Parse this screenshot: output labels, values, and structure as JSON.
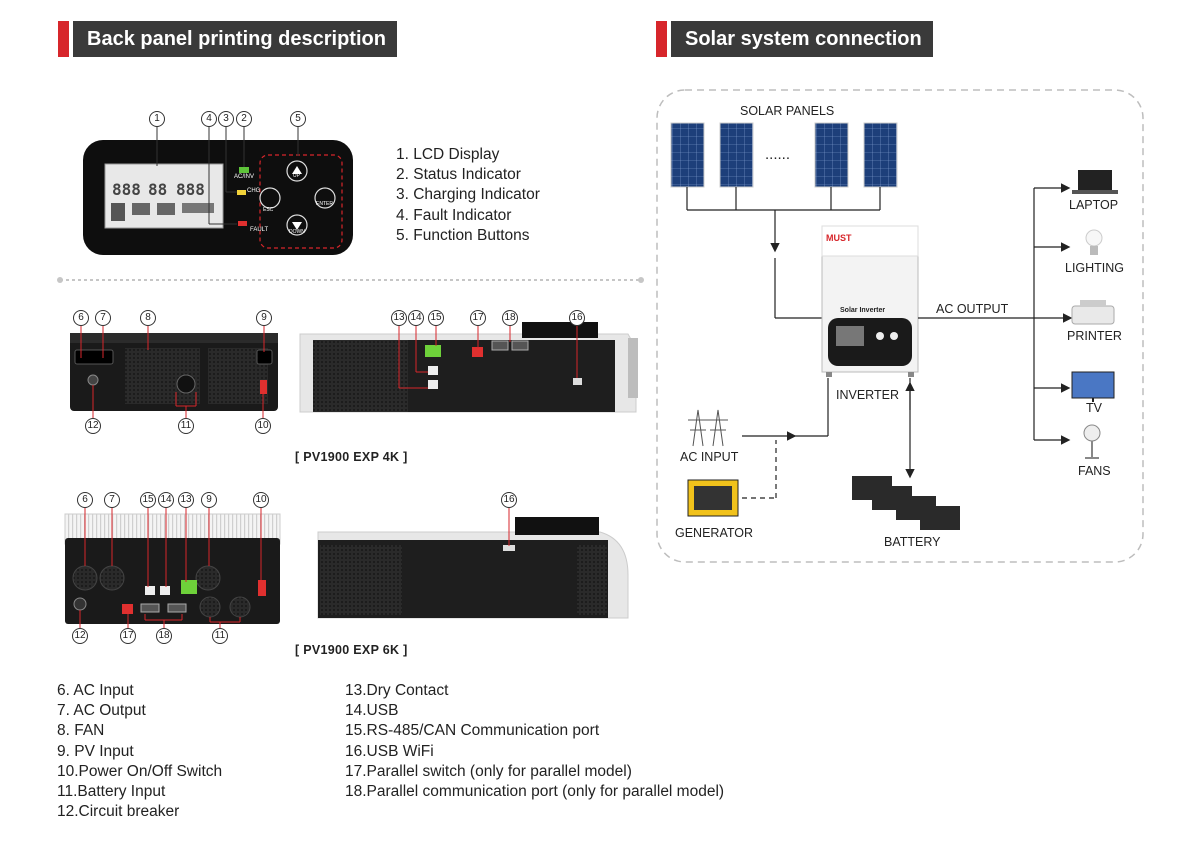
{
  "headers": {
    "back_panel": "Back panel printing description",
    "solar": "Solar system connection"
  },
  "front_panel_list": [
    "1.  LCD Display",
    "2.  Status Indicator",
    "3.  Charging Indicator",
    "4.  Fault Indicator",
    "5.  Function Buttons"
  ],
  "front_panel_labels": {
    "ac_inv": "AC/INV",
    "chg": "CHG",
    "fault": "FAULT",
    "enter": "ENTER",
    "down": "DOWN",
    "esc": "ESC",
    "up": "UP"
  },
  "front_callouts": [
    "1",
    "4",
    "3",
    "2",
    "5"
  ],
  "models": {
    "model_4k": "[ PV1900 EXP 4K ]",
    "model_6k": "[ PV1900 EXP 6K ]"
  },
  "callouts_4k_back": [
    "6",
    "7",
    "8",
    "9",
    "12",
    "11",
    "10"
  ],
  "callouts_4k_side": [
    "13",
    "14",
    "15",
    "17",
    "18",
    "16"
  ],
  "callouts_6k_back": [
    "6",
    "7",
    "15",
    "14",
    "13",
    "9",
    "10",
    "12",
    "17",
    "18",
    "11"
  ],
  "callouts_6k_side": [
    "16"
  ],
  "port_list_left": [
    "6.  AC Input",
    "7.  AC Output",
    "8.  FAN",
    "9.  PV Input",
    "10.Power On/Off Switch",
    "11.Battery Input",
    "12.Circuit breaker"
  ],
  "port_list_right": [
    "13.Dry Contact",
    "14.USB",
    "15.RS-485/CAN Communication port",
    "16.USB WiFi",
    "17.Parallel switch (only for parallel model)",
    "18.Parallel communication port (only for parallel model)"
  ],
  "solar_diagram": {
    "solar_panels": "SOLAR PANELS",
    "ellipsis": "......",
    "inverter": "INVERTER",
    "ac_output": "AC OUTPUT",
    "ac_input": "AC INPUT",
    "generator": "GENERATOR",
    "battery": "BATTERY",
    "loads": [
      "LAPTOP",
      "LIGHTING",
      "PRINTER",
      "TV",
      "FANS"
    ],
    "brand": "MUST",
    "inverter_badge": "Solar Inverter"
  },
  "colors": {
    "accent_red": "#d7262b",
    "header_dark": "#3a3a3a",
    "panel_black": "#111111",
    "led_green": "#5ec43a",
    "led_yellow": "#f2d23a",
    "led_red": "#e0302f"
  }
}
